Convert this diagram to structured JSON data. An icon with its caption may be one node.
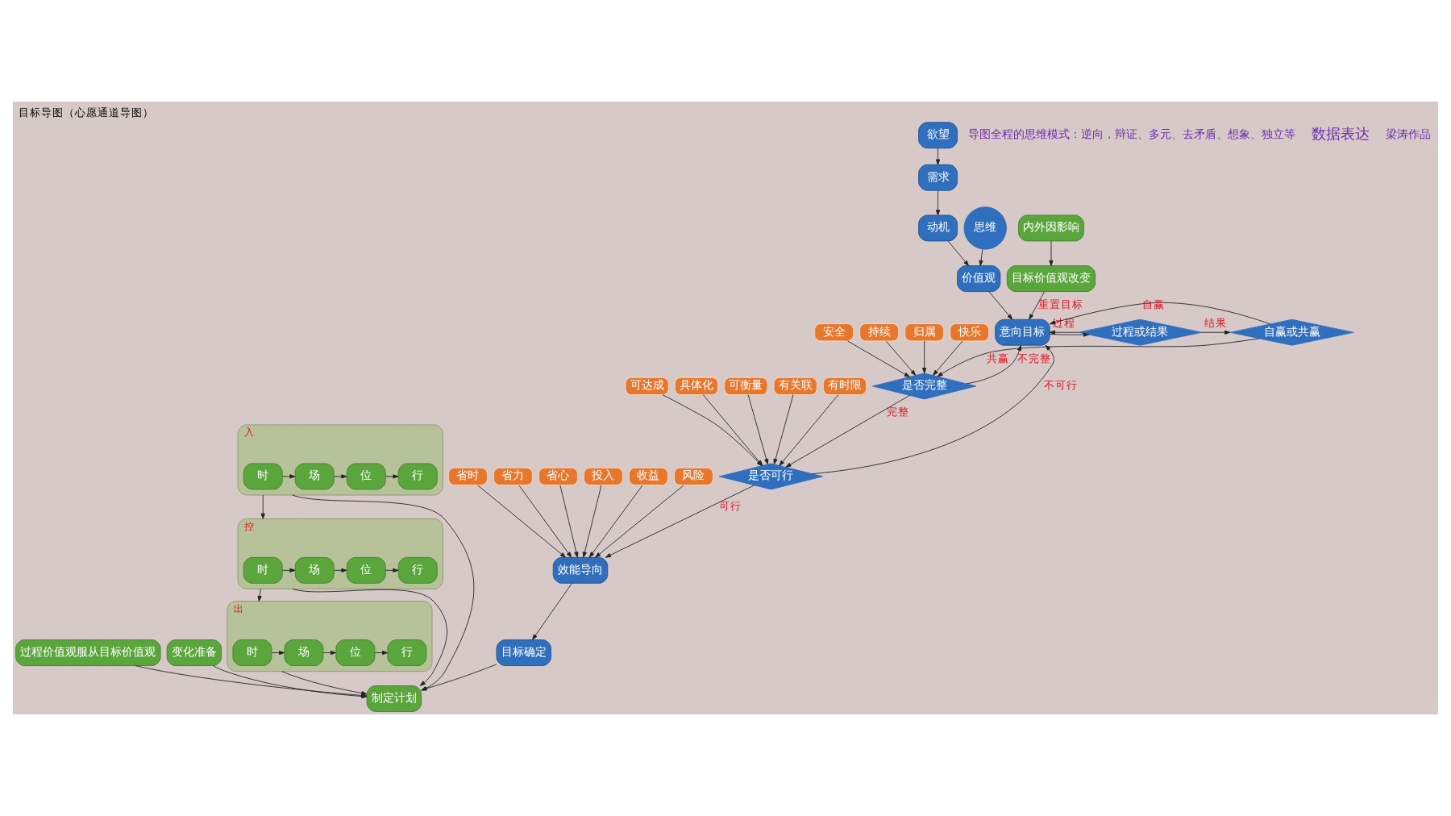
{
  "diagram": {
    "title": "目标导图（心愿通道导图）",
    "nodes": [
      {
        "text": [
          "意向目标"
        ]
      },
      {
        "text": [
          "过程或结果"
        ]
      },
      {
        "text": [
          "自赢或共赢"
        ]
      },
      {
        "text": [
          "是否完整"
        ]
      },
      {
        "text": [
          "是否可行"
        ]
      },
      {
        "text": [
          "价值观"
        ]
      },
      {
        "text": [
          "动机"
        ]
      },
      {
        "text": [
          "需求"
        ]
      },
      {
        "text": [
          "欲望"
        ]
      },
      {
        "text": [
          "思维"
        ]
      },
      {
        "text": [
          "安全"
        ]
      },
      {
        "text": [
          "持续"
        ]
      },
      {
        "text": [
          "归属"
        ]
      },
      {
        "text": [
          "快乐"
        ]
      },
      {
        "text": [
          "可达成"
        ]
      },
      {
        "text": [
          "具体化"
        ]
      },
      {
        "text": [
          "可衡量"
        ]
      },
      {
        "text": [
          "有关联"
        ]
      },
      {
        "text": [
          "有时限"
        ]
      },
      {
        "text": [
          "目标价值观改变"
        ]
      },
      {
        "text": [
          "内外因影响"
        ]
      },
      {
        "text": [
          "过程价值观服从目标价值观"
        ]
      },
      {
        "text": [
          "制定计划"
        ]
      },
      {
        "text": [
          "变化准备"
        ]
      },
      {
        "text": [
          "目标确定"
        ]
      },
      {
        "text": [
          "效能导向"
        ]
      },
      {
        "text": [
          "省时"
        ]
      },
      {
        "text": [
          "省力"
        ]
      },
      {
        "text": [
          "省心"
        ]
      },
      {
        "text": [
          "投入"
        ]
      },
      {
        "text": [
          "收益"
        ]
      },
      {
        "text": [
          "风险"
        ]
      },
      {
        "text": [
          "入"
        ]
      },
      {
        "text": [
          "时"
        ],
        "in": 32
      },
      {
        "text": [
          "场"
        ],
        "in": 32
      },
      {
        "text": [
          "位"
        ],
        "in": 32
      },
      {
        "text": [
          "行"
        ],
        "in": 32
      },
      {
        "text": [
          "控"
        ]
      },
      {
        "text": [
          "时"
        ],
        "in": 37
      },
      {
        "text": [
          "场"
        ],
        "in": 37
      },
      {
        "text": [
          "位"
        ],
        "in": 37
      },
      {
        "text": [
          "行"
        ],
        "in": 37
      },
      {
        "text": [
          "出"
        ]
      },
      {
        "text": [
          "时"
        ],
        "in": 42
      },
      {
        "text": [
          "场"
        ],
        "in": 42
      },
      {
        "text": [
          "位"
        ],
        "in": 42
      },
      {
        "text": [
          "行"
        ],
        "in": 42
      }
    ],
    "edges": [
      {
        "from": 0,
        "to": 1,
        "arrow": "to"
      },
      {
        "from": 1,
        "to": 2,
        "arrow": "to",
        "label": "结果"
      },
      {
        "from": 2,
        "to": 3,
        "arrow": "to",
        "label": "共赢"
      },
      {
        "from": 3,
        "to": 4,
        "arrow": "to",
        "label": "完整"
      },
      {
        "from": 4,
        "to": 25,
        "arrow": "to",
        "label": "可行"
      },
      {
        "from": 1,
        "to": 0,
        "arrow": "to",
        "label": "过程"
      },
      {
        "from": 2,
        "to": 0,
        "arrow": "to",
        "label": "自赢"
      },
      {
        "from": 3,
        "to": 0,
        "arrow": "to",
        "label": "不完整"
      },
      {
        "from": 4,
        "to": 0,
        "arrow": "to",
        "label": "不可行"
      },
      {
        "from": 19,
        "to": 0,
        "arrow": "to",
        "label": "重置目标"
      },
      {
        "from": 20,
        "to": 19,
        "arrow": "to"
      },
      {
        "from": 5,
        "to": 0,
        "arrow": "to"
      },
      {
        "from": 6,
        "to": 5,
        "arrow": "to"
      },
      {
        "from": 7,
        "to": 6,
        "arrow": "to"
      },
      {
        "from": 8,
        "to": 7,
        "arrow": "to"
      },
      {
        "from": 9,
        "to": 5,
        "arrow": "to"
      },
      {
        "from": 10,
        "to": 3,
        "arrow": "to"
      },
      {
        "from": 11,
        "to": 3,
        "arrow": "to"
      },
      {
        "from": 12,
        "to": 3,
        "arrow": "to"
      },
      {
        "from": 13,
        "to": 3,
        "arrow": "to"
      },
      {
        "from": 14,
        "to": 4,
        "arrow": "to"
      },
      {
        "from": 15,
        "to": 4,
        "arrow": "to"
      },
      {
        "from": 16,
        "to": 4,
        "arrow": "to"
      },
      {
        "from": 17,
        "to": 4,
        "arrow": "to"
      },
      {
        "from": 18,
        "to": 4,
        "arrow": "to"
      },
      {
        "from": 21,
        "to": 22,
        "arrow": "to"
      },
      {
        "from": 23,
        "to": 22,
        "arrow": "to"
      },
      {
        "from": 24,
        "to": 22,
        "arrow": "to"
      },
      {
        "from": 25,
        "to": 24,
        "arrow": "to"
      },
      {
        "from": 26,
        "to": 25,
        "arrow": "to"
      },
      {
        "from": 27,
        "to": 25,
        "arrow": "to"
      },
      {
        "from": 28,
        "to": 25,
        "arrow": "to"
      },
      {
        "from": 29,
        "to": 25,
        "arrow": "to"
      },
      {
        "from": 30,
        "to": 25,
        "arrow": "to"
      },
      {
        "from": 31,
        "to": 25,
        "arrow": "to"
      },
      {
        "from": 32,
        "to": 22,
        "arrow": "to"
      },
      {
        "from": 37,
        "to": 22,
        "arrow": "to"
      },
      {
        "from": 42,
        "to": 22,
        "arrow": "to"
      },
      {
        "from": 32,
        "to": 37,
        "arrow": "to"
      },
      {
        "from": 37,
        "to": 42,
        "arrow": "to"
      },
      {
        "from": 33,
        "to": 34,
        "arrow": "to"
      },
      {
        "from": 34,
        "to": 35,
        "arrow": "to"
      },
      {
        "from": 35,
        "to": 36,
        "arrow": "to"
      },
      {
        "from": 38,
        "to": 39,
        "arrow": "to"
      },
      {
        "from": 39,
        "to": 40,
        "arrow": "to"
      },
      {
        "from": 40,
        "to": 41,
        "arrow": "to"
      },
      {
        "from": 43,
        "to": 44,
        "arrow": "to"
      },
      {
        "from": 44,
        "to": 45,
        "arrow": "to"
      },
      {
        "from": 45,
        "to": 46,
        "arrow": "to"
      }
    ],
    "labels": [
      "导图全程的思维模式：逆向，辩证、多元、去矛盾、想象、独立等",
      "数据表达",
      "梁涛作品"
    ]
  }
}
